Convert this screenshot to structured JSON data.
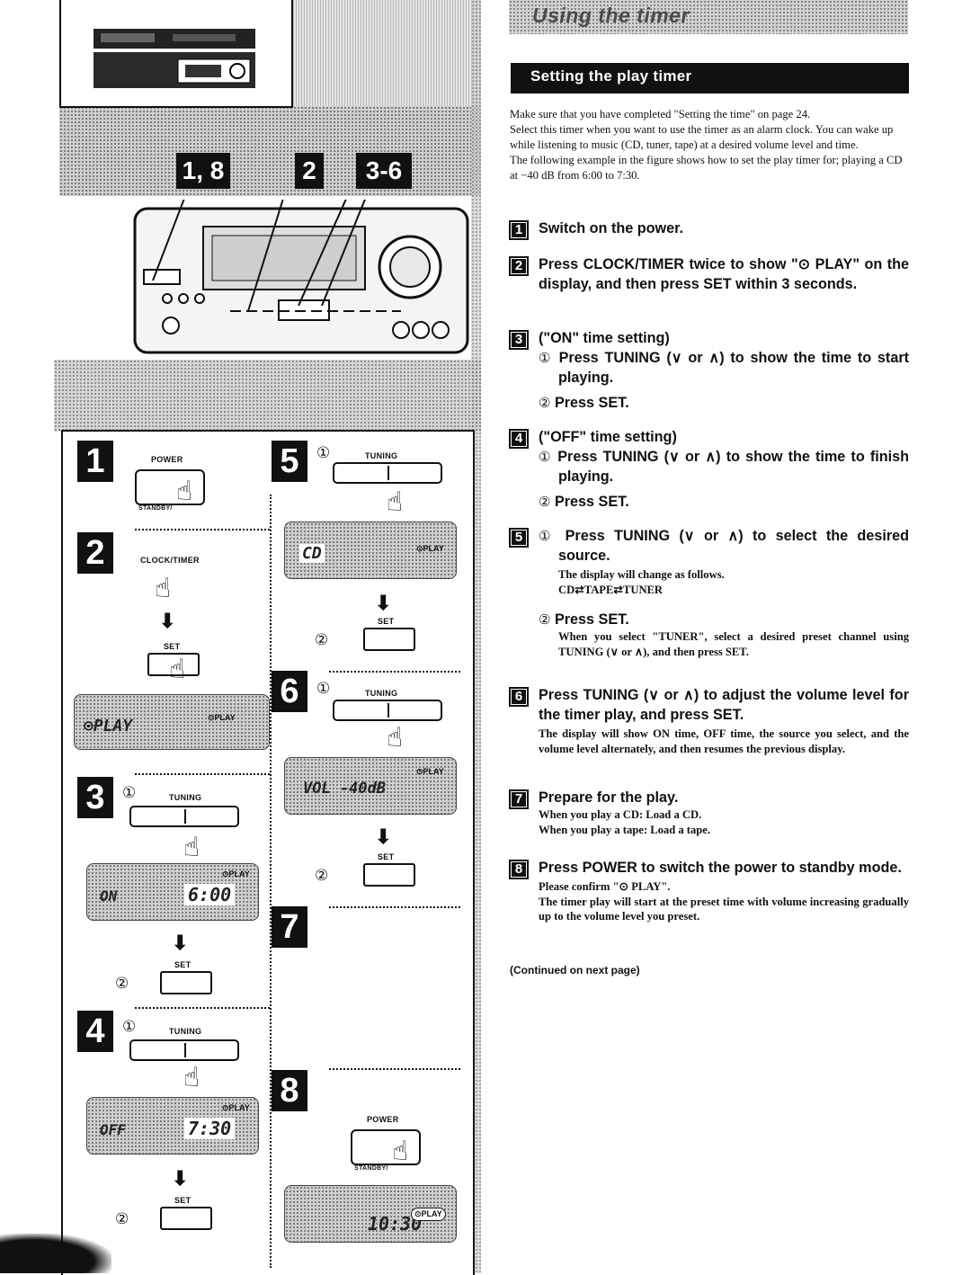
{
  "header": {
    "title": "Using the timer"
  },
  "illustration": {
    "top_badges": [
      "1",
      "8",
      "2",
      "3",
      "6"
    ],
    "steps": {
      "s1": {
        "number": "1",
        "button": "POWER",
        "sub": "STANDBY/"
      },
      "s2": {
        "number": "2",
        "button": "CLOCK/TIMER",
        "set": "SET",
        "lcd_text": "⊙PLAY",
        "lcd_tag": "⊙PLAY"
      },
      "s3": {
        "number": "3",
        "circle1": "①",
        "tuning": "TUNING",
        "lcd_left": "ON",
        "lcd_right": "6:00",
        "lcd_tag": "⊙PLAY",
        "circle2": "②",
        "set": "SET"
      },
      "s4": {
        "number": "4",
        "circle1": "①",
        "tuning": "TUNING",
        "lcd_left": "OFF",
        "lcd_right": "7:30",
        "lcd_tag": "⊙PLAY",
        "circle2": "②",
        "set": "SET"
      },
      "s5": {
        "number": "5",
        "circle1": "①",
        "tuning": "TUNING",
        "lcd_text": "CD",
        "lcd_tag": "⊙PLAY",
        "circle2": "②",
        "set": "SET"
      },
      "s6": {
        "number": "6",
        "circle1": "①",
        "tuning": "TUNING",
        "lcd_text": "VOL  -40dB",
        "lcd_tag": "⊙PLAY",
        "circle2": "②",
        "set": "SET"
      },
      "s7": {
        "number": "7"
      },
      "s8": {
        "number": "8",
        "button": "POWER",
        "sub": "STANDBY/",
        "lcd_text": "10:30",
        "lcd_tag": "⊙PLAY"
      }
    }
  },
  "section": {
    "title": "Setting the play timer",
    "intro": [
      "Make sure that you have completed \"Setting the time\" on page 24.",
      "Select this timer when you want to use the timer as an alarm clock. You can wake up while listening to music (CD, tuner, tape) at a desired volume level and time.",
      "The following example in the figure shows how to set the play timer for; playing a CD at −40 dB from 6:00 to 7:30."
    ]
  },
  "steps": [
    {
      "num": "1",
      "head": "Switch on the power."
    },
    {
      "num": "2",
      "head": "Press CLOCK/TIMER twice to show \"⊙ PLAY\" on the display, and then press SET within 3 seconds."
    },
    {
      "num": "3",
      "head": "(\"ON\" time setting)",
      "sub1_circle": "①",
      "sub1": "Press TUNING (∨ or ∧) to show the time to start playing.",
      "sub2_circle": "②",
      "sub2": "Press SET."
    },
    {
      "num": "4",
      "head": "(\"OFF\" time setting)",
      "sub1_circle": "①",
      "sub1": "Press TUNING (∨ or ∧) to show the time to finish playing.",
      "sub2_circle": "②",
      "sub2": "Press SET."
    },
    {
      "num": "5",
      "sub1_circle": "①",
      "head": "Press TUNING (∨ or ∧) to select the desired source.",
      "body1": "The display will change as follows.",
      "cycle": "CD⇄TAPE⇄TUNER",
      "sub2_circle": "②",
      "sub2": "Press SET.",
      "body2": "When you select \"TUNER\", select a desired preset channel using TUNING (∨ or ∧), and then press SET."
    },
    {
      "num": "6",
      "head": "Press TUNING (∨ or ∧) to adjust the volume level for the timer play, and press SET.",
      "body": "The display will show ON time, OFF time, the source you select, and the volume level alternately, and then resumes the previous display."
    },
    {
      "num": "7",
      "head": "Prepare for the play.",
      "body1": "When you play a CD:   Load a CD.",
      "body2": "When you play a tape:  Load a tape."
    },
    {
      "num": "8",
      "head": "Press POWER to switch the power to standby mode.",
      "body1": "Please confirm \"⊙ PLAY\".",
      "body2": "The timer play will start at the preset time with volume increasing gradually up to the volume level you preset."
    }
  ],
  "footer": {
    "continued": "(Continued on next page)"
  }
}
